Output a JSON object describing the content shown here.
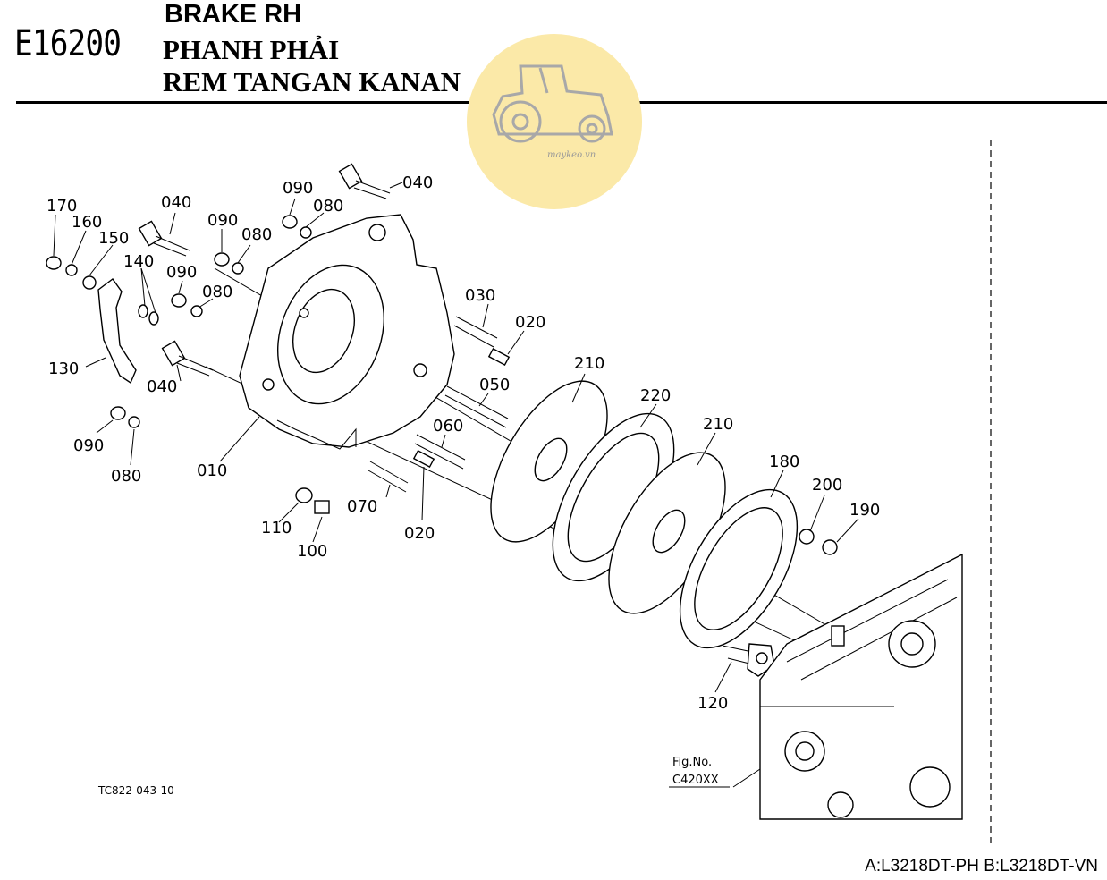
{
  "header": {
    "code": "E16200",
    "title_en": "BRAKE RH",
    "title_vi": "PHANH PHẢI",
    "title_ms": "REM TANGAN KANAN"
  },
  "watermark": {
    "text": "maykeo.vn",
    "icon": "tractor-icon",
    "color": "#fbe9a8"
  },
  "parts": [
    {
      "no": "010",
      "label": "010"
    },
    {
      "no": "020",
      "label": "020"
    },
    {
      "no": "030",
      "label": "030"
    },
    {
      "no": "040",
      "label": "040"
    },
    {
      "no": "050",
      "label": "050"
    },
    {
      "no": "060",
      "label": "060"
    },
    {
      "no": "070",
      "label": "070"
    },
    {
      "no": "080",
      "label": "080"
    },
    {
      "no": "090",
      "label": "090"
    },
    {
      "no": "100",
      "label": "100"
    },
    {
      "no": "110",
      "label": "110"
    },
    {
      "no": "120",
      "label": "120"
    },
    {
      "no": "130",
      "label": "130"
    },
    {
      "no": "140",
      "label": "140"
    },
    {
      "no": "150",
      "label": "150"
    },
    {
      "no": "160",
      "label": "160"
    },
    {
      "no": "170",
      "label": "170"
    },
    {
      "no": "180",
      "label": "180"
    },
    {
      "no": "190",
      "label": "190"
    },
    {
      "no": "200",
      "label": "200"
    },
    {
      "no": "210",
      "label": "210"
    },
    {
      "no": "220",
      "label": "220"
    }
  ],
  "figure_ref": {
    "line1": "Fig.No.",
    "line2": "C420XX"
  },
  "drawing_code": "TC822-043-10",
  "models": "A:L3218DT-PH B:L3218DT-VN"
}
